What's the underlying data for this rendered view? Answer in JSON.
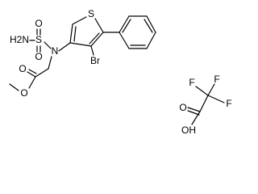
{
  "molecules": [
    {
      "id": "main-compound",
      "labels": {
        "sulfonamide_n": "H2N",
        "s_sulfonyl": "S",
        "o_sulfonyl_1": "O",
        "o_sulfonyl_2": "O",
        "n_amino": "N",
        "s_thiophene": "S",
        "br": "Br",
        "o_carbonyl": "O",
        "o_ester": "O"
      }
    },
    {
      "id": "trifluoroacetic-acid",
      "labels": {
        "f1": "F",
        "f2": "F",
        "f3": "F",
        "o_carbonyl": "O",
        "o_hydroxyl": "OH"
      }
    }
  ]
}
